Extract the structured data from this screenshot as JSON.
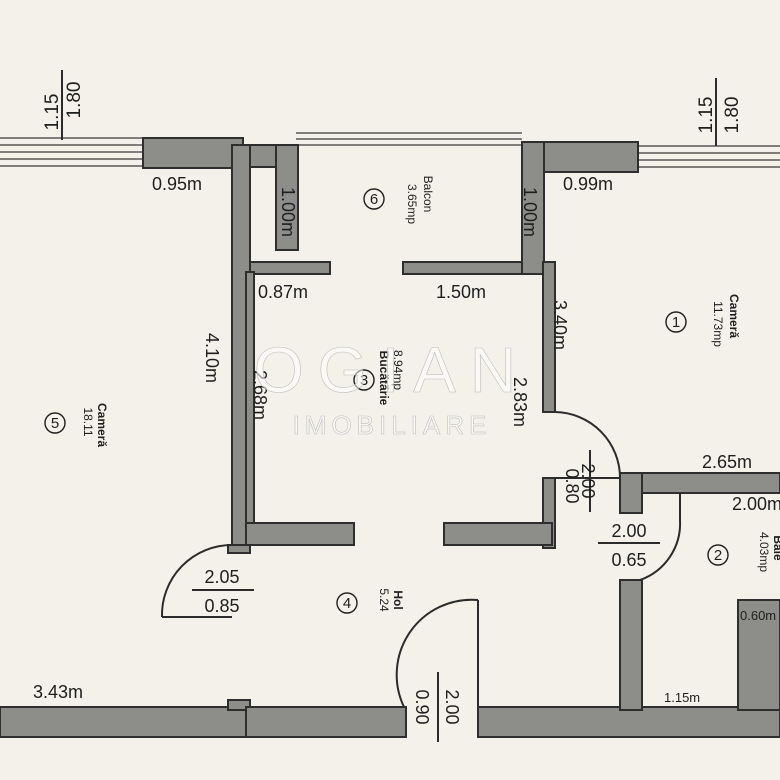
{
  "windows": {
    "left": {
      "top": "1.15",
      "bottom": "1.80"
    },
    "right": {
      "top": "1.15",
      "bottom": "1.80"
    }
  },
  "rooms": [
    {
      "id": "1",
      "name": "Cameră",
      "area": "11.73mp"
    },
    {
      "id": "2",
      "name": "Baie",
      "area": "4.03mp"
    },
    {
      "id": "3",
      "name": "Bucătărie",
      "area": "8.94mp"
    },
    {
      "id": "4",
      "name": "Hol",
      "area": "5.24"
    },
    {
      "id": "5",
      "name": "Cameră",
      "area": "18.11"
    },
    {
      "id": "6",
      "name": "Balcon",
      "area": "3.65mp"
    }
  ],
  "dimensions": {
    "d095": "0.95m",
    "d099": "0.99m",
    "d100_left": "1.00m",
    "d100_right": "1.00m",
    "d087": "0.87m",
    "d150": "1.50m",
    "d340": "3.40m",
    "d410": "4.10m",
    "d268": "2.68m",
    "d283": "2.83m",
    "d265": "2.65m",
    "d200_baie": "2.00m",
    "d343": "3.43m",
    "d115": "1.15m",
    "d060": "0.60m"
  },
  "doors": {
    "kitchen_room1": {
      "top": "2.00",
      "bottom": "0.80"
    },
    "baie": {
      "top": "2.00",
      "bottom": "0.65"
    },
    "room5": {
      "top": "2.05",
      "bottom": "0.85"
    },
    "entrance": {
      "top": "2.00",
      "bottom": "0.90"
    }
  },
  "watermark": {
    "line1": "OGIAN",
    "line2": "IMOBILIARE"
  }
}
